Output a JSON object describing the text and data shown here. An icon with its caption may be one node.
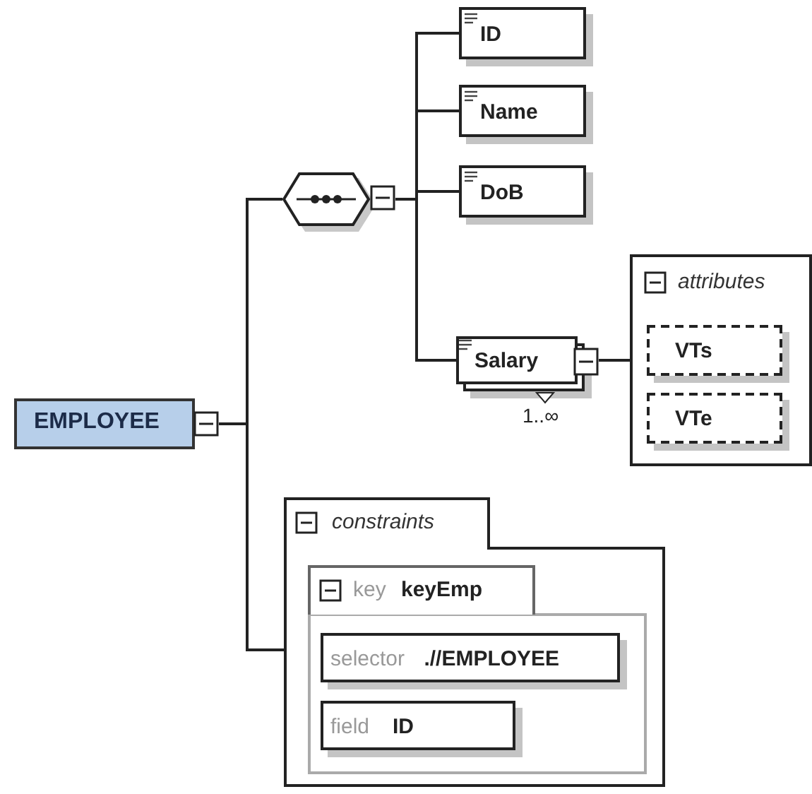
{
  "diagram": {
    "nodes": [
      {
        "text": [
          "EMPLOYEE"
        ]
      },
      {
        "text": [],
        "shape": "octagon"
      },
      {
        "text": [
          "ID"
        ]
      },
      {
        "text": [
          "Name"
        ]
      },
      {
        "text": [
          "DoB"
        ]
      },
      {
        "text": [
          "Salary"
        ],
        "beside": [
          "1..∞"
        ]
      },
      {
        "text": [
          "attributes"
        ]
      },
      {
        "text": [
          "VTs"
        ],
        "in": 6
      },
      {
        "text": [
          "VTe"
        ],
        "in": 6
      },
      {
        "text": [
          "constraints"
        ]
      },
      {
        "text": [
          "key",
          "keyEmp"
        ],
        "in": 9
      },
      {
        "text": [
          "selector",
          ".//EMPLOYEE"
        ],
        "in": 10
      },
      {
        "text": [
          "field",
          "ID"
        ],
        "in": 10
      }
    ],
    "edges": [
      {
        "from": 0,
        "to": 1,
        "arrow": "none"
      },
      {
        "from": 1,
        "to": 2,
        "arrow": "none"
      },
      {
        "from": 1,
        "to": 3,
        "arrow": "none"
      },
      {
        "from": 1,
        "to": 4,
        "arrow": "none"
      },
      {
        "from": 1,
        "to": 5,
        "arrow": "none"
      },
      {
        "from": 5,
        "to": 6,
        "arrow": "none"
      },
      {
        "from": 0,
        "to": 9,
        "arrow": "none"
      }
    ]
  }
}
